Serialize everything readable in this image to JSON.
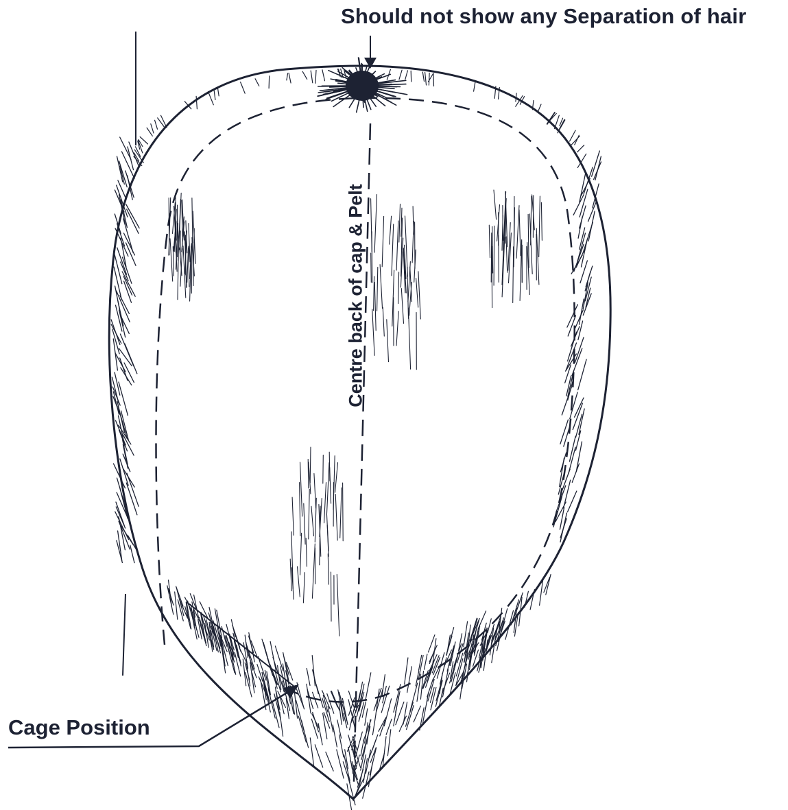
{
  "labels": {
    "top": "Should not show any Separation of hair",
    "centre": "Centre back of cap & Pelt",
    "cage": "Cage Position"
  },
  "colors": {
    "ink": "#1d2233",
    "background": "#ffffff"
  }
}
